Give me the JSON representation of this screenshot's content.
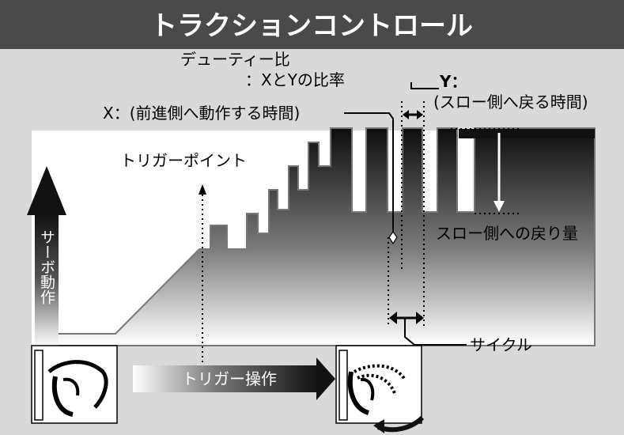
{
  "title": "トラクションコントロール",
  "labels": {
    "duty_ratio": "デューティー比",
    "ratio_of_xy": "：XとYの比率",
    "x_label": "X：(前進側へ動作する時間)",
    "y_label": "Y：",
    "y_desc": "(スロー側へ戻る時間)",
    "trigger_point": "トリガーポイント",
    "servo_motion": "サーボ動作",
    "return_amount": "スロー側への戻り量",
    "cycle": "サイクル",
    "trigger_operation": "トリガー操作"
  },
  "colors": {
    "title_bg": "#4a4a4a",
    "panel_bg": "#d9d9d9",
    "graph_dark": "#111111",
    "graph_light": "#ffffff"
  },
  "icons": {
    "left_hand": "trigger-grip-hand-icon",
    "right_hand": "trigger-pull-hand-icon",
    "release_arrow": "curved-arrow-icon"
  }
}
